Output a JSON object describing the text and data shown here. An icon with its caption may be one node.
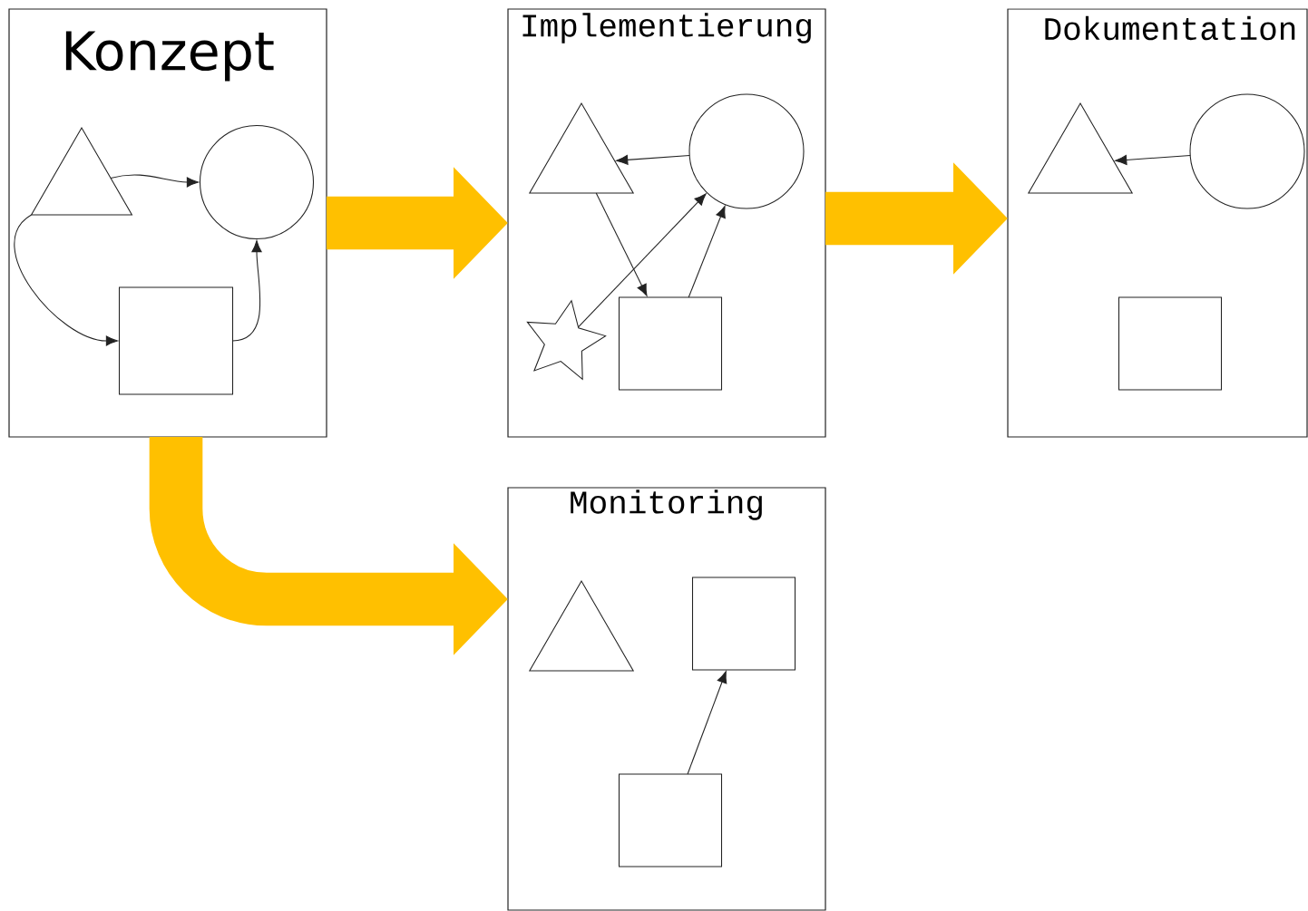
{
  "diagram": {
    "nodes": [
      {
        "text": [
          "Konzept"
        ]
      },
      {
        "text": [],
        "shape": "triangle",
        "in": 0
      },
      {
        "text": [],
        "shape": "circle",
        "in": 0
      },
      {
        "text": [],
        "shape": "box",
        "in": 0
      },
      {
        "text": [
          "Implementierung"
        ]
      },
      {
        "text": [],
        "shape": "triangle",
        "in": 4
      },
      {
        "text": [],
        "shape": "circle",
        "in": 4
      },
      {
        "text": [],
        "shape": "star",
        "in": 4
      },
      {
        "text": [],
        "shape": "box",
        "in": 4
      },
      {
        "text": [
          "Dokumentation"
        ]
      },
      {
        "text": [],
        "shape": "triangle",
        "in": 9
      },
      {
        "text": [],
        "shape": "circle",
        "in": 9
      },
      {
        "text": [],
        "shape": "box",
        "in": 9
      },
      {
        "text": [
          "Monitoring"
        ]
      },
      {
        "text": [],
        "shape": "triangle",
        "in": 13
      },
      {
        "text": [],
        "shape": "box",
        "in": 13
      },
      {
        "text": [],
        "shape": "box",
        "in": 13
      }
    ],
    "edges": [
      {
        "from": 1,
        "to": 2,
        "arrow": "to"
      },
      {
        "from": 1,
        "to": 3,
        "arrow": "to"
      },
      {
        "from": 3,
        "to": 2,
        "arrow": "to"
      },
      {
        "from": 6,
        "to": 5,
        "arrow": "to"
      },
      {
        "from": 5,
        "to": 8,
        "arrow": "to"
      },
      {
        "from": 7,
        "to": 6,
        "arrow": "to"
      },
      {
        "from": 8,
        "to": 6,
        "arrow": "to"
      },
      {
        "from": 11,
        "to": 10,
        "arrow": "to"
      },
      {
        "from": 16,
        "to": 15,
        "arrow": "to"
      },
      {
        "from": 0,
        "to": 4,
        "arrow": "to",
        "style": "thick",
        "color": "#ffc000"
      },
      {
        "from": 4,
        "to": 9,
        "arrow": "to",
        "style": "thick",
        "color": "#ffc000"
      },
      {
        "from": 0,
        "to": 13,
        "arrow": "to",
        "style": "thick",
        "color": "#ffc000"
      }
    ]
  }
}
